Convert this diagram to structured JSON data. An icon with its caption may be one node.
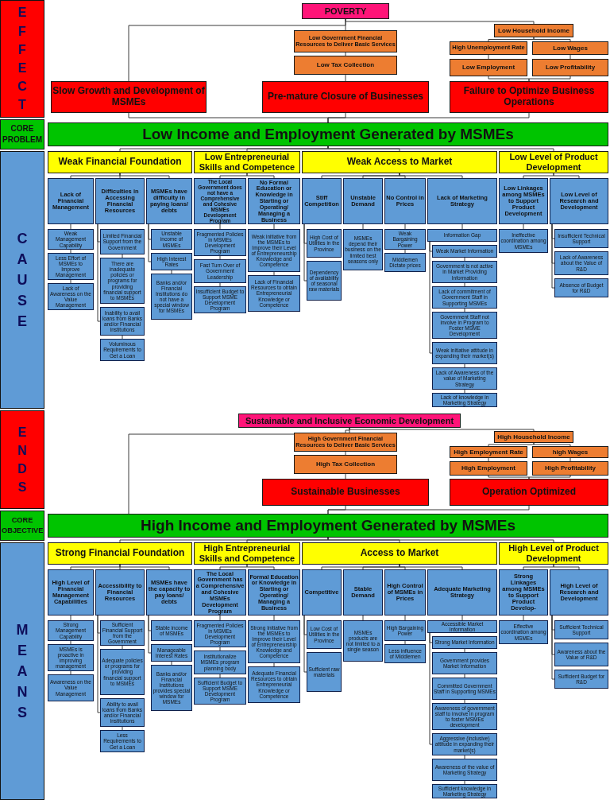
{
  "diagram": {
    "nodes": [
      {
        "text": [
          "E F F E C T"
        ]
      },
      {
        "text": [
          "POVERTY"
        ]
      },
      {
        "text": [
          "Low Government Financial Resources to Deliver Basic Services"
        ]
      },
      {
        "text": [
          "Low Tax Collection"
        ]
      },
      {
        "text": [
          "Low Household Income"
        ]
      },
      {
        "text": [
          "High Unemployment Rate"
        ]
      },
      {
        "text": [
          "Low Wages"
        ]
      },
      {
        "text": [
          "Low Employment"
        ]
      },
      {
        "text": [
          "Low Profitability"
        ]
      },
      {
        "text": [
          "Slow Growth and Development of MSMEs"
        ]
      },
      {
        "text": [
          "Pre-mature Closure of Businesses"
        ]
      },
      {
        "text": [
          "Failure to Optimize Business Operations"
        ]
      },
      {
        "text": [
          "CORE PROBLEM"
        ]
      },
      {
        "text": [
          "Low Income and Employment Generated by MSMEs"
        ]
      },
      {
        "text": [
          "C A U S E"
        ]
      },
      {
        "text": [
          "Weak Financial Foundation"
        ]
      },
      {
        "text": [
          "Low Entrepreneurial Skills and Competence"
        ]
      },
      {
        "text": [
          "Weak Access to Market"
        ]
      },
      {
        "text": [
          "Low Level of Product Development"
        ]
      },
      {
        "text": [
          "Lack of Financial Management"
        ]
      },
      {
        "text": [
          "Difficulties in Accessing Financial Resources"
        ]
      },
      {
        "text": [
          "MSMEs have difficulty in paying loans/ debts"
        ]
      },
      {
        "text": [
          "Weak Management Capability"
        ]
      },
      {
        "text": [
          "Less Effort of MSMEs to Improve Management"
        ]
      },
      {
        "text": [
          "Lack of Awareness on the Value Management"
        ]
      },
      {
        "text": [
          "Limited Financial Support from the Government"
        ]
      },
      {
        "text": [
          "Inability to avail loans from Banks and/or Financial Institutions"
        ]
      },
      {
        "text": [
          "There are inadequate policies or programs for providing financial support to MSMEs"
        ]
      },
      {
        "text": [
          "Voluminous Requirements to Get a Loan"
        ]
      },
      {
        "text": [
          "Unstable income of MSMEs"
        ]
      },
      {
        "text": [
          "High Interest Rates"
        ]
      },
      {
        "text": [
          "Banks and/or Financial Institutions do not have a special window for MSMEs"
        ]
      },
      {
        "text": [
          "The Local Government does not have a Comprehensive and Cohesive MSMEs Development Program"
        ]
      },
      {
        "text": [
          "No Formal Education or Knowledge in Starting or Operating/ Managing a Business"
        ]
      },
      {
        "text": [
          "Fragmented Policies in MSMEs Development Program"
        ]
      },
      {
        "text": [
          "Fast Turn Over of Government Leadership"
        ]
      },
      {
        "text": [
          "Insufficient Budget to Support MSME Development Program"
        ]
      },
      {
        "text": [
          "Weak initiative from the MSMEs to Improve their Level of Entrepreneurship Knowledge and Competence"
        ]
      },
      {
        "text": [
          "Lack of Financial Resources to obtain Entrepreneurial Knowledge or Competence"
        ]
      },
      {
        "text": [
          "Stiff Competition"
        ]
      },
      {
        "text": [
          "Unstable Demand"
        ]
      },
      {
        "text": [
          "No Control in Prices"
        ]
      },
      {
        "text": [
          "Lack of Marketing Strategy"
        ]
      },
      {
        "text": [
          "MSMEs depend their business on the limited best seasons only"
        ]
      },
      {
        "text": [
          "High Cost of Utilities in the Province"
        ]
      },
      {
        "text": [
          "Dependency of availability of seasonal raw materials"
        ]
      },
      {
        "text": [
          "Weak Bargaining Power"
        ]
      },
      {
        "text": [
          "Middlemen Dictate prices"
        ]
      },
      {
        "text": [
          "Information Gap"
        ]
      },
      {
        "text": [
          "Weak Market Information"
        ]
      },
      {
        "text": [
          "Weak initiative attitude in expanding their market(s)"
        ]
      },
      {
        "text": [
          "Government is not active in Market Providing Information"
        ]
      },
      {
        "text": [
          "Lack of commitment of Government Staff in Supporting MSMEs"
        ]
      },
      {
        "text": [
          "Government Staff not involve in Program to Foster MSME Development"
        ]
      },
      {
        "text": [
          "Lack of Awareness of the value of Marketing Strategy"
        ]
      },
      {
        "text": [
          "Lack of knowledge in Marketing Strategy"
        ]
      },
      {
        "text": [
          "Low Linkages among MSMEs to Support Product Development"
        ]
      },
      {
        "text": [
          "Low Level of Research and Development"
        ]
      },
      {
        "text": [
          "Ineffective coordination among MSMEs"
        ]
      },
      {
        "text": [
          "Insufficient Technical Support"
        ]
      },
      {
        "text": [
          "Lack of Awareness about the Value of R&D"
        ]
      },
      {
        "text": [
          "Absence of Budget for R&D"
        ]
      },
      {
        "text": [
          "E N D S"
        ]
      },
      {
        "text": [
          "Sustainable and Inclusive Economic Development"
        ]
      },
      {
        "text": [
          "High Government Financial Resources to Deliver Basic Services"
        ]
      },
      {
        "text": [
          "High Tax Collection"
        ]
      },
      {
        "text": [
          "High Household Income"
        ]
      },
      {
        "text": [
          "High Employment Rate"
        ]
      },
      {
        "text": [
          "high Wages"
        ]
      },
      {
        "text": [
          "High Employment"
        ]
      },
      {
        "text": [
          "High Profitability"
        ]
      },
      {
        "text": [
          "Sustainable Businesses"
        ]
      },
      {
        "text": [
          "Operation Optimized"
        ]
      },
      {
        "text": [
          "CORE OBJECTIVE"
        ]
      },
      {
        "text": [
          "High Income and Employment Generated by MSMEs"
        ]
      },
      {
        "text": [
          "M E A N S"
        ]
      },
      {
        "text": [
          "Strong Financial Foundation"
        ]
      },
      {
        "text": [
          "High Entrepreneurial Skills and Competence"
        ]
      },
      {
        "text": [
          "Access to Market"
        ]
      },
      {
        "text": [
          "High Level of Product Development"
        ]
      },
      {
        "text": [
          "High Level of Financial Management Capabilities"
        ]
      },
      {
        "text": [
          "Accessibility to Financial Resources"
        ]
      },
      {
        "text": [
          "MSMEs have the capacity to pay loans/ debts"
        ]
      },
      {
        "text": [
          "Strong Management Capability"
        ]
      },
      {
        "text": [
          "MSMEs is proactive in improving management"
        ]
      },
      {
        "text": [
          "Awareness on the Value Management"
        ]
      },
      {
        "text": [
          "Sufficient Financial Support from the Government"
        ]
      },
      {
        "text": [
          "Ability to avail loans from Banks and/or Financial Institutions"
        ]
      },
      {
        "text": [
          "Adequate policies or programs for providing financial support to MSMEs"
        ]
      },
      {
        "text": [
          "Less Requirements to Get a Loan"
        ]
      },
      {
        "text": [
          "Stable income of MSMEs"
        ]
      },
      {
        "text": [
          "Manageable Interest Rates"
        ]
      },
      {
        "text": [
          "Banks and/or Financial Institutions provides special window for MSMEs"
        ]
      },
      {
        "text": [
          "The Local Government has a Comprehensive and Cohesive MSMEs Development Program"
        ]
      },
      {
        "text": [
          "Formal Education or Knowledge in Starting or Operating/ Managing a Business"
        ]
      },
      {
        "text": [
          "Fragmented Policies in MSMEs Development Program"
        ]
      },
      {
        "text": [
          "Institutionalize MSMEs program planning body"
        ]
      },
      {
        "text": [
          "Sufficient Budget to Support MSME Development Program"
        ]
      },
      {
        "text": [
          "Strong Initiative from the MSMEs to Improve their Level of Entrepreneurship Knowledge and Competence"
        ]
      },
      {
        "text": [
          "Adequate Financial Resources to obtain Entrepreneurial Knowledge or Competence"
        ]
      },
      {
        "text": [
          "Competitive"
        ]
      },
      {
        "text": [
          "Stable Demand"
        ]
      },
      {
        "text": [
          "High Control of MSMEs in Prices"
        ]
      },
      {
        "text": [
          "Adequate Marketing Strategy"
        ]
      },
      {
        "text": [
          "MSMEs products are not limited to a single season"
        ]
      },
      {
        "text": [
          "Low Cost of Utilities in the Province"
        ]
      },
      {
        "text": [
          "Sufficient raw materials"
        ]
      },
      {
        "text": [
          "High Bargaining Power"
        ]
      },
      {
        "text": [
          "Less influence of Middlemen"
        ]
      },
      {
        "text": [
          "Accessible Market Information"
        ]
      },
      {
        "text": [
          "Strong Market Information"
        ]
      },
      {
        "text": [
          "Aggressive (inclusive) attitude in expanding their market(s)"
        ]
      },
      {
        "text": [
          "Government provides Market Information"
        ]
      },
      {
        "text": [
          "Committed Government Staff in Supporting MSMEs"
        ]
      },
      {
        "text": [
          "Awareness of government staff to involve in program to foster MSMEs development"
        ]
      },
      {
        "text": [
          "Awareness of the value of Marketing Strategy"
        ]
      },
      {
        "text": [
          "Sufficient knowledge in Marketing Strategy"
        ]
      },
      {
        "text": [
          "Strong Linkages among MSMEs to Support Product Develop-"
        ]
      },
      {
        "text": [
          "High Level of Research and Development"
        ]
      },
      {
        "text": [
          "Effective coordination among MSMEs"
        ]
      },
      {
        "text": [
          "Sufficient Technical Support"
        ]
      },
      {
        "text": [
          "Awareness about the Value of R&D"
        ]
      },
      {
        "text": [
          "Sufficient Budget for R&D"
        ]
      }
    ],
    "edges": [
      {
        "from": 9,
        "to": 1,
        "arrow": "none"
      },
      {
        "from": 10,
        "to": 3,
        "arrow": "none"
      },
      {
        "from": 3,
        "to": 2,
        "arrow": "none"
      },
      {
        "from": 2,
        "to": 1,
        "arrow": "none"
      },
      {
        "from": 11,
        "to": 7,
        "arrow": "none"
      },
      {
        "from": 11,
        "to": 8,
        "arrow": "none"
      },
      {
        "from": 7,
        "to": 5,
        "arrow": "none"
      },
      {
        "from": 8,
        "to": 6,
        "arrow": "none"
      },
      {
        "from": 5,
        "to": 4,
        "arrow": "none"
      },
      {
        "from": 6,
        "to": 4,
        "arrow": "none"
      },
      {
        "from": 4,
        "to": 1,
        "arrow": "none"
      },
      {
        "from": 13,
        "to": 9,
        "arrow": "none"
      },
      {
        "from": 13,
        "to": 10,
        "arrow": "none"
      },
      {
        "from": 13,
        "to": 11,
        "arrow": "none"
      },
      {
        "from": 15,
        "to": 13,
        "arrow": "none"
      },
      {
        "from": 16,
        "to": 13,
        "arrow": "none"
      },
      {
        "from": 17,
        "to": 13,
        "arrow": "none"
      },
      {
        "from": 18,
        "to": 13,
        "arrow": "none"
      },
      {
        "from": 19,
        "to": 15,
        "arrow": "none"
      },
      {
        "from": 20,
        "to": 15,
        "arrow": "none"
      },
      {
        "from": 21,
        "to": 15,
        "arrow": "none"
      },
      {
        "from": 22,
        "to": 19,
        "arrow": "none"
      },
      {
        "from": 23,
        "to": 22,
        "arrow": "none"
      },
      {
        "from": 24,
        "to": 23,
        "arrow": "none"
      },
      {
        "from": 25,
        "to": 20,
        "arrow": "none"
      },
      {
        "from": 26,
        "to": 20,
        "arrow": "none"
      },
      {
        "from": 27,
        "to": 25,
        "arrow": "none"
      },
      {
        "from": 28,
        "to": 26,
        "arrow": "none"
      },
      {
        "from": 29,
        "to": 21,
        "arrow": "none"
      },
      {
        "from": 30,
        "to": 21,
        "arrow": "none"
      },
      {
        "from": 31,
        "to": 30,
        "arrow": "none"
      },
      {
        "from": 32,
        "to": 16,
        "arrow": "none"
      },
      {
        "from": 33,
        "to": 16,
        "arrow": "none"
      },
      {
        "from": 34,
        "to": 32,
        "arrow": "none"
      },
      {
        "from": 35,
        "to": 34,
        "arrow": "none"
      },
      {
        "from": 36,
        "to": 35,
        "arrow": "none"
      },
      {
        "from": 37,
        "to": 33,
        "arrow": "none"
      },
      {
        "from": 38,
        "to": 37,
        "arrow": "none"
      },
      {
        "from": 39,
        "to": 17,
        "arrow": "none"
      },
      {
        "from": 40,
        "to": 17,
        "arrow": "none"
      },
      {
        "from": 41,
        "to": 17,
        "arrow": "none"
      },
      {
        "from": 42,
        "to": 17,
        "arrow": "none"
      },
      {
        "from": 43,
        "to": 40,
        "arrow": "none"
      },
      {
        "from": 44,
        "to": 39,
        "arrow": "none"
      },
      {
        "from": 45,
        "to": 39,
        "arrow": "none"
      },
      {
        "from": 46,
        "to": 41,
        "arrow": "none"
      },
      {
        "from": 47,
        "to": 46,
        "arrow": "none"
      },
      {
        "from": 48,
        "to": 42,
        "arrow": "none"
      },
      {
        "from": 49,
        "to": 48,
        "arrow": "none"
      },
      {
        "from": 50,
        "to": 48,
        "arrow": "none"
      },
      {
        "from": 51,
        "to": 49,
        "arrow": "none"
      },
      {
        "from": 52,
        "to": 51,
        "arrow": "none"
      },
      {
        "from": 53,
        "to": 52,
        "arrow": "none"
      },
      {
        "from": 54,
        "to": 50,
        "arrow": "none"
      },
      {
        "from": 55,
        "to": 54,
        "arrow": "none"
      },
      {
        "from": 56,
        "to": 18,
        "arrow": "none"
      },
      {
        "from": 57,
        "to": 18,
        "arrow": "none"
      },
      {
        "from": 58,
        "to": 56,
        "arrow": "none"
      },
      {
        "from": 59,
        "to": 57,
        "arrow": "none"
      },
      {
        "from": 60,
        "to": 57,
        "arrow": "none"
      },
      {
        "from": 61,
        "to": 57,
        "arrow": "none"
      },
      {
        "from": 71,
        "to": 65,
        "arrow": "none"
      },
      {
        "from": 65,
        "to": 64,
        "arrow": "none"
      },
      {
        "from": 64,
        "to": 63,
        "arrow": "none"
      },
      {
        "from": 72,
        "to": 69,
        "arrow": "none"
      },
      {
        "from": 72,
        "to": 70,
        "arrow": "none"
      },
      {
        "from": 69,
        "to": 67,
        "arrow": "none"
      },
      {
        "from": 70,
        "to": 68,
        "arrow": "none"
      },
      {
        "from": 67,
        "to": 66,
        "arrow": "none"
      },
      {
        "from": 68,
        "to": 66,
        "arrow": "none"
      },
      {
        "from": 66,
        "to": 63,
        "arrow": "none"
      },
      {
        "from": 74,
        "to": 63,
        "arrow": "none"
      },
      {
        "from": 74,
        "to": 71,
        "arrow": "none"
      },
      {
        "from": 74,
        "to": 72,
        "arrow": "none"
      },
      {
        "from": 76,
        "to": 74,
        "arrow": "none"
      },
      {
        "from": 77,
        "to": 74,
        "arrow": "none"
      },
      {
        "from": 78,
        "to": 74,
        "arrow": "none"
      },
      {
        "from": 79,
        "to": 74,
        "arrow": "none"
      },
      {
        "from": 80,
        "to": 76,
        "arrow": "none"
      },
      {
        "from": 81,
        "to": 76,
        "arrow": "none"
      },
      {
        "from": 82,
        "to": 76,
        "arrow": "none"
      },
      {
        "from": 83,
        "to": 80,
        "arrow": "none"
      },
      {
        "from": 84,
        "to": 83,
        "arrow": "none"
      },
      {
        "from": 85,
        "to": 84,
        "arrow": "none"
      },
      {
        "from": 86,
        "to": 81,
        "arrow": "none"
      },
      {
        "from": 87,
        "to": 81,
        "arrow": "none"
      },
      {
        "from": 88,
        "to": 86,
        "arrow": "none"
      },
      {
        "from": 89,
        "to": 87,
        "arrow": "none"
      },
      {
        "from": 90,
        "to": 82,
        "arrow": "none"
      },
      {
        "from": 91,
        "to": 82,
        "arrow": "none"
      },
      {
        "from": 92,
        "to": 91,
        "arrow": "none"
      },
      {
        "from": 93,
        "to": 77,
        "arrow": "none"
      },
      {
        "from": 94,
        "to": 77,
        "arrow": "none"
      },
      {
        "from": 95,
        "to": 93,
        "arrow": "none"
      },
      {
        "from": 96,
        "to": 95,
        "arrow": "none"
      },
      {
        "from": 97,
        "to": 96,
        "arrow": "none"
      },
      {
        "from": 98,
        "to": 94,
        "arrow": "none"
      },
      {
        "from": 99,
        "to": 98,
        "arrow": "none"
      },
      {
        "from": 100,
        "to": 78,
        "arrow": "none"
      },
      {
        "from": 101,
        "to": 78,
        "arrow": "none"
      },
      {
        "from": 102,
        "to": 78,
        "arrow": "none"
      },
      {
        "from": 103,
        "to": 78,
        "arrow": "none"
      },
      {
        "from": 104,
        "to": 101,
        "arrow": "none"
      },
      {
        "from": 105,
        "to": 100,
        "arrow": "none"
      },
      {
        "from": 106,
        "to": 100,
        "arrow": "none"
      },
      {
        "from": 107,
        "to": 102,
        "arrow": "none"
      },
      {
        "from": 108,
        "to": 107,
        "arrow": "none"
      },
      {
        "from": 109,
        "to": 103,
        "arrow": "none"
      },
      {
        "from": 110,
        "to": 109,
        "arrow": "none"
      },
      {
        "from": 111,
        "to": 109,
        "arrow": "none"
      },
      {
        "from": 112,
        "to": 110,
        "arrow": "none"
      },
      {
        "from": 113,
        "to": 112,
        "arrow": "none"
      },
      {
        "from": 114,
        "to": 113,
        "arrow": "none"
      },
      {
        "from": 115,
        "to": 111,
        "arrow": "none"
      },
      {
        "from": 116,
        "to": 115,
        "arrow": "none"
      },
      {
        "from": 117,
        "to": 79,
        "arrow": "none"
      },
      {
        "from": 118,
        "to": 79,
        "arrow": "none"
      },
      {
        "from": 119,
        "to": 117,
        "arrow": "none"
      },
      {
        "from": 120,
        "to": 118,
        "arrow": "none"
      },
      {
        "from": 121,
        "to": 118,
        "arrow": "none"
      },
      {
        "from": 122,
        "to": 118,
        "arrow": "none"
      }
    ]
  }
}
